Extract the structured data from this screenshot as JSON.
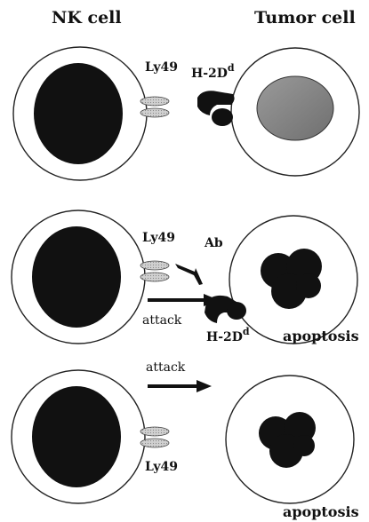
{
  "headers": {
    "nk_cell": "NK cell",
    "tumor_cell": "Tumor cell"
  },
  "panel1": {
    "receptor_label": "Ly49",
    "ligand_label": "H-2D",
    "ligand_superscript": "d"
  },
  "panel2": {
    "receptor_label": "Ly49",
    "antibody_label": "Ab",
    "attack_label": "attack",
    "ligand_label": "H-2D",
    "ligand_superscript": "d",
    "outcome_label": "apoptosis"
  },
  "panel3": {
    "attack_label": "attack",
    "receptor_label": "Ly49",
    "outcome_label": "apoptosis"
  }
}
